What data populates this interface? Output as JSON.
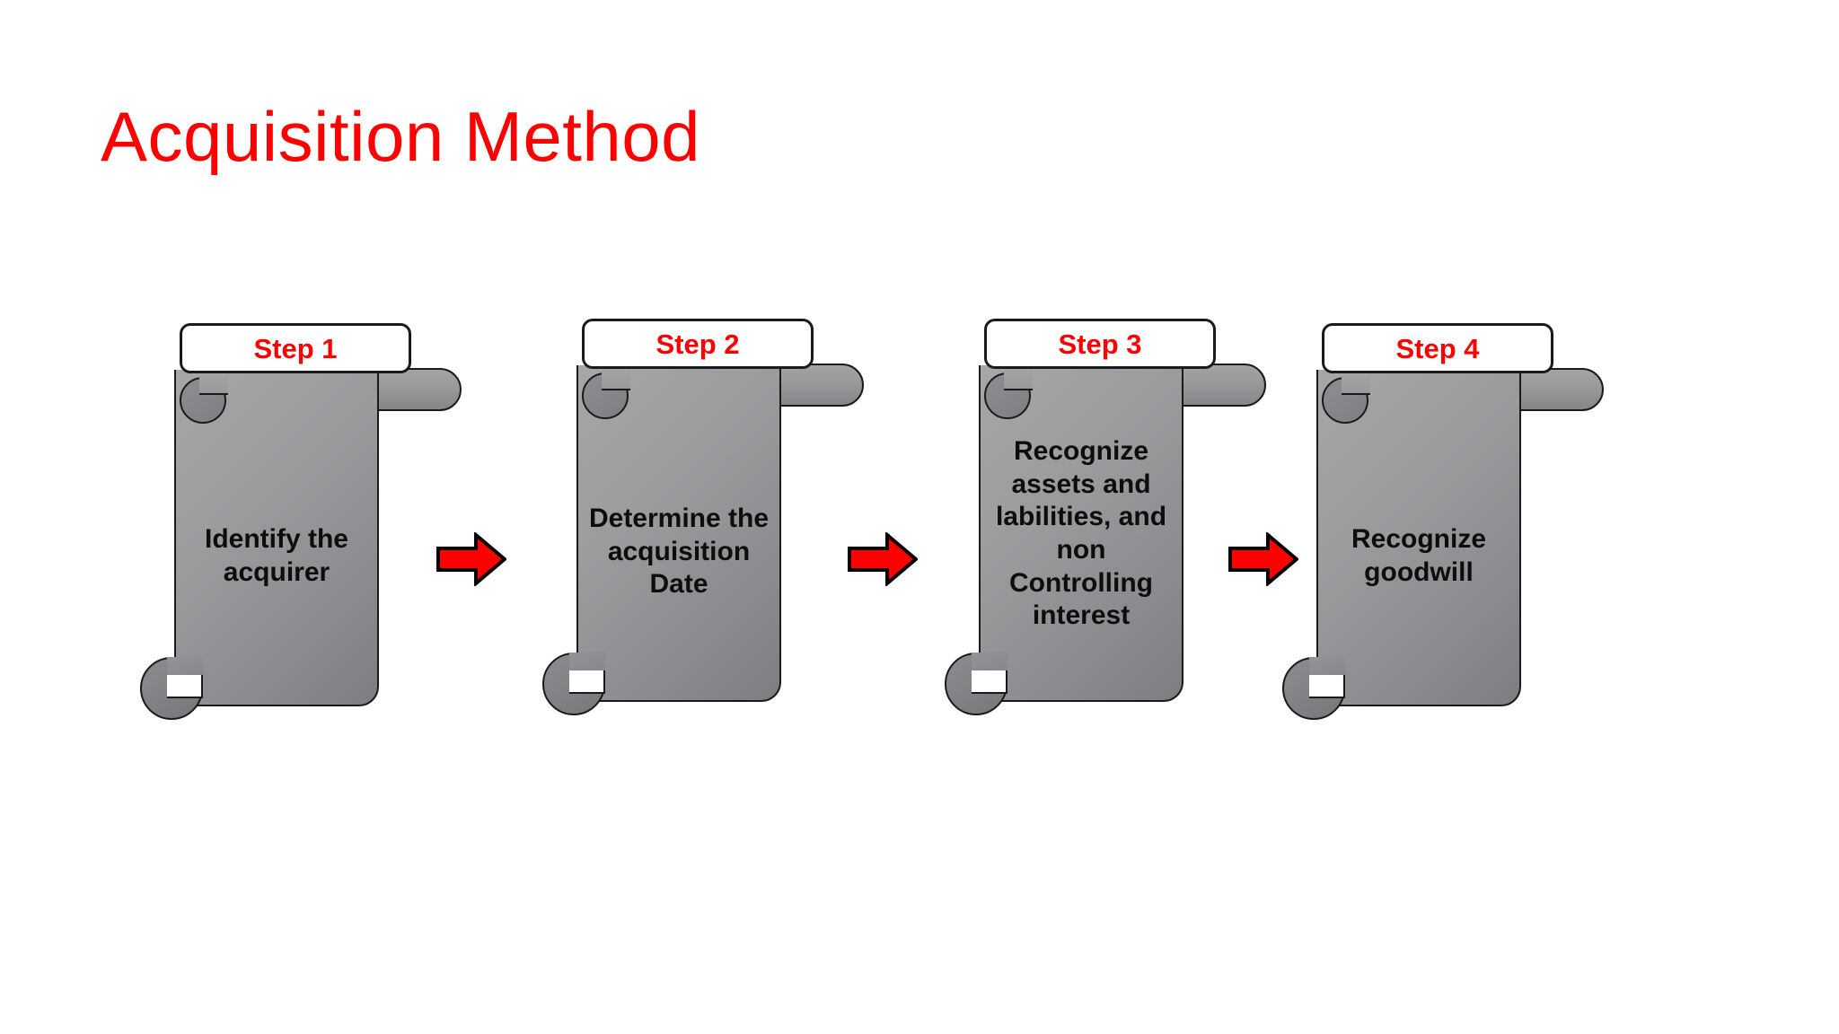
{
  "slide": {
    "title": "Acquisition Method",
    "title_color": "#FE0000",
    "background_color": "#FFFFFF"
  },
  "theme": {
    "accent_red": "#FE0000",
    "arrow_fill": "#FF0000",
    "arrow_stroke": "#000000",
    "scroll_gray_light": "#A7A7A9",
    "scroll_gray_dark": "#7D7D82",
    "outline": "#1A1A1A",
    "body_text_color": "#0D0D0D"
  },
  "flow": {
    "steps": [
      {
        "label": "Step 1",
        "text": "Identify the\nacquirer",
        "icon": "scroll-icon"
      },
      {
        "label": "Step 2",
        "text": "Determine the\nacquisition\nDate",
        "icon": "scroll-icon"
      },
      {
        "label": "Step 3",
        "text": "Recognize\nassets and\nlabilities, and\nnon\nControlling\ninterest",
        "icon": "scroll-icon"
      },
      {
        "label": "Step 4",
        "text": "Recognize\ngoodwill",
        "icon": "scroll-icon"
      }
    ],
    "connectors": [
      {
        "icon": "right-arrow-icon"
      },
      {
        "icon": "right-arrow-icon"
      },
      {
        "icon": "right-arrow-icon"
      }
    ]
  }
}
